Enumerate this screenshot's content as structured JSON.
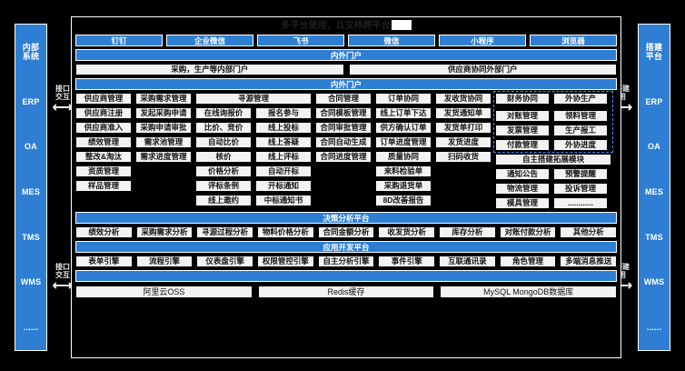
{
  "header": {
    "title": "多平台使用，且支持跨平台",
    "channels": [
      "钉钉",
      "企业微信",
      "飞书",
      "微信",
      "小程序",
      "浏览器"
    ],
    "portal_bar": "内外门户",
    "portals": [
      "采购，生产等内部门户",
      "供应商协同外部门户"
    ],
    "portal_bar2": "内外门户"
  },
  "left_rail": {
    "title": "内部\n系统",
    "title_line1": "内部",
    "title_line2": "系统",
    "items": [
      "ERP",
      "OA",
      "MES",
      "TMS",
      "WMS",
      "......"
    ],
    "io_label_line1": "接口",
    "io_label_line2": "交互",
    "arrow": "⟷"
  },
  "right_rail": {
    "title_line1": "搭建",
    "title_line2": "平台",
    "items": [
      "ERP",
      "OA",
      "MES",
      "TMS",
      "WMS",
      "......"
    ],
    "io_label_line1": "搭建",
    "io_label_line2": "用",
    "arrow": "⟷"
  },
  "modules": [
    {
      "name": "供应商管理",
      "columns": [
        [
          "供应商注册",
          "供应商准入",
          "绩效管理",
          "整改&淘汰",
          "资质管理",
          "样品管理"
        ]
      ]
    },
    {
      "name": "采购需求管理",
      "columns": [
        [
          "发起采购申请",
          "采购申请审批",
          "需求池管理",
          "需求进度管理"
        ]
      ]
    },
    {
      "name": "寻源管理",
      "columns": [
        [
          "在线询报价",
          "比价、竞价",
          "自动比价",
          "核价",
          "价格分析",
          "评标条例",
          "线上邀约"
        ],
        [
          "报名参与",
          "线上投标",
          "线上答疑",
          "线上评标",
          "自动开标",
          "开标通知",
          "中标通知书"
        ]
      ]
    },
    {
      "name": "合同管理",
      "columns": [
        [
          "合同模板管理",
          "合同审批管理",
          "合同自动生成",
          "合同进度管理"
        ]
      ]
    },
    {
      "name": "订单协同",
      "columns": [
        [
          "线上订单下达",
          "供方确认订单",
          "订单进度管理",
          "质量协同",
          "来料检验单",
          "采购退货单",
          "8D改善报告"
        ]
      ]
    },
    {
      "name": "发收货协同",
      "columns": [
        [
          "发货通知单",
          "发货单打印",
          "发货进度",
          "扫码收货"
        ]
      ]
    }
  ],
  "right_modules": {
    "selected": true,
    "groups": [
      {
        "name": "财务协同",
        "items": [
          "对账管理",
          "发票管理",
          "付款管理"
        ]
      },
      {
        "name": "外协生产",
        "items": [
          "领料管理",
          "生产报工",
          "外协进度"
        ]
      }
    ],
    "extension": {
      "name": "自主搭建拓展模块",
      "columns": [
        [
          "通知公告",
          "物流管理",
          "模具管理"
        ],
        [
          "预警提醒",
          "投诉管理",
          "............"
        ]
      ]
    }
  },
  "decision": {
    "title": "决策分析平台",
    "items": [
      "绩效分析",
      "采购需求分析",
      "寻源过程分析",
      "物料价格分析",
      "合同金额分析",
      "收发货分析",
      "库存分析",
      "对账付款分析",
      "其他分析"
    ]
  },
  "dev": {
    "title": "应用开发平台",
    "items": [
      "表单引擎",
      "流程引擎",
      "仪表盘引擎",
      "权限管控引擎",
      "自主分析引擎",
      "事件引擎",
      "互联通讯录",
      "角色管理",
      "多端消息推送"
    ]
  },
  "infra": {
    "spacer": "",
    "items": [
      "阿里云OSS",
      "Redis缓存",
      "MySQL MongoDB数据库"
    ]
  },
  "colors": {
    "accent": "#2e7fd4",
    "background": "#000000",
    "cell": "#f2f2f2",
    "selection": "#3d8bf2"
  }
}
